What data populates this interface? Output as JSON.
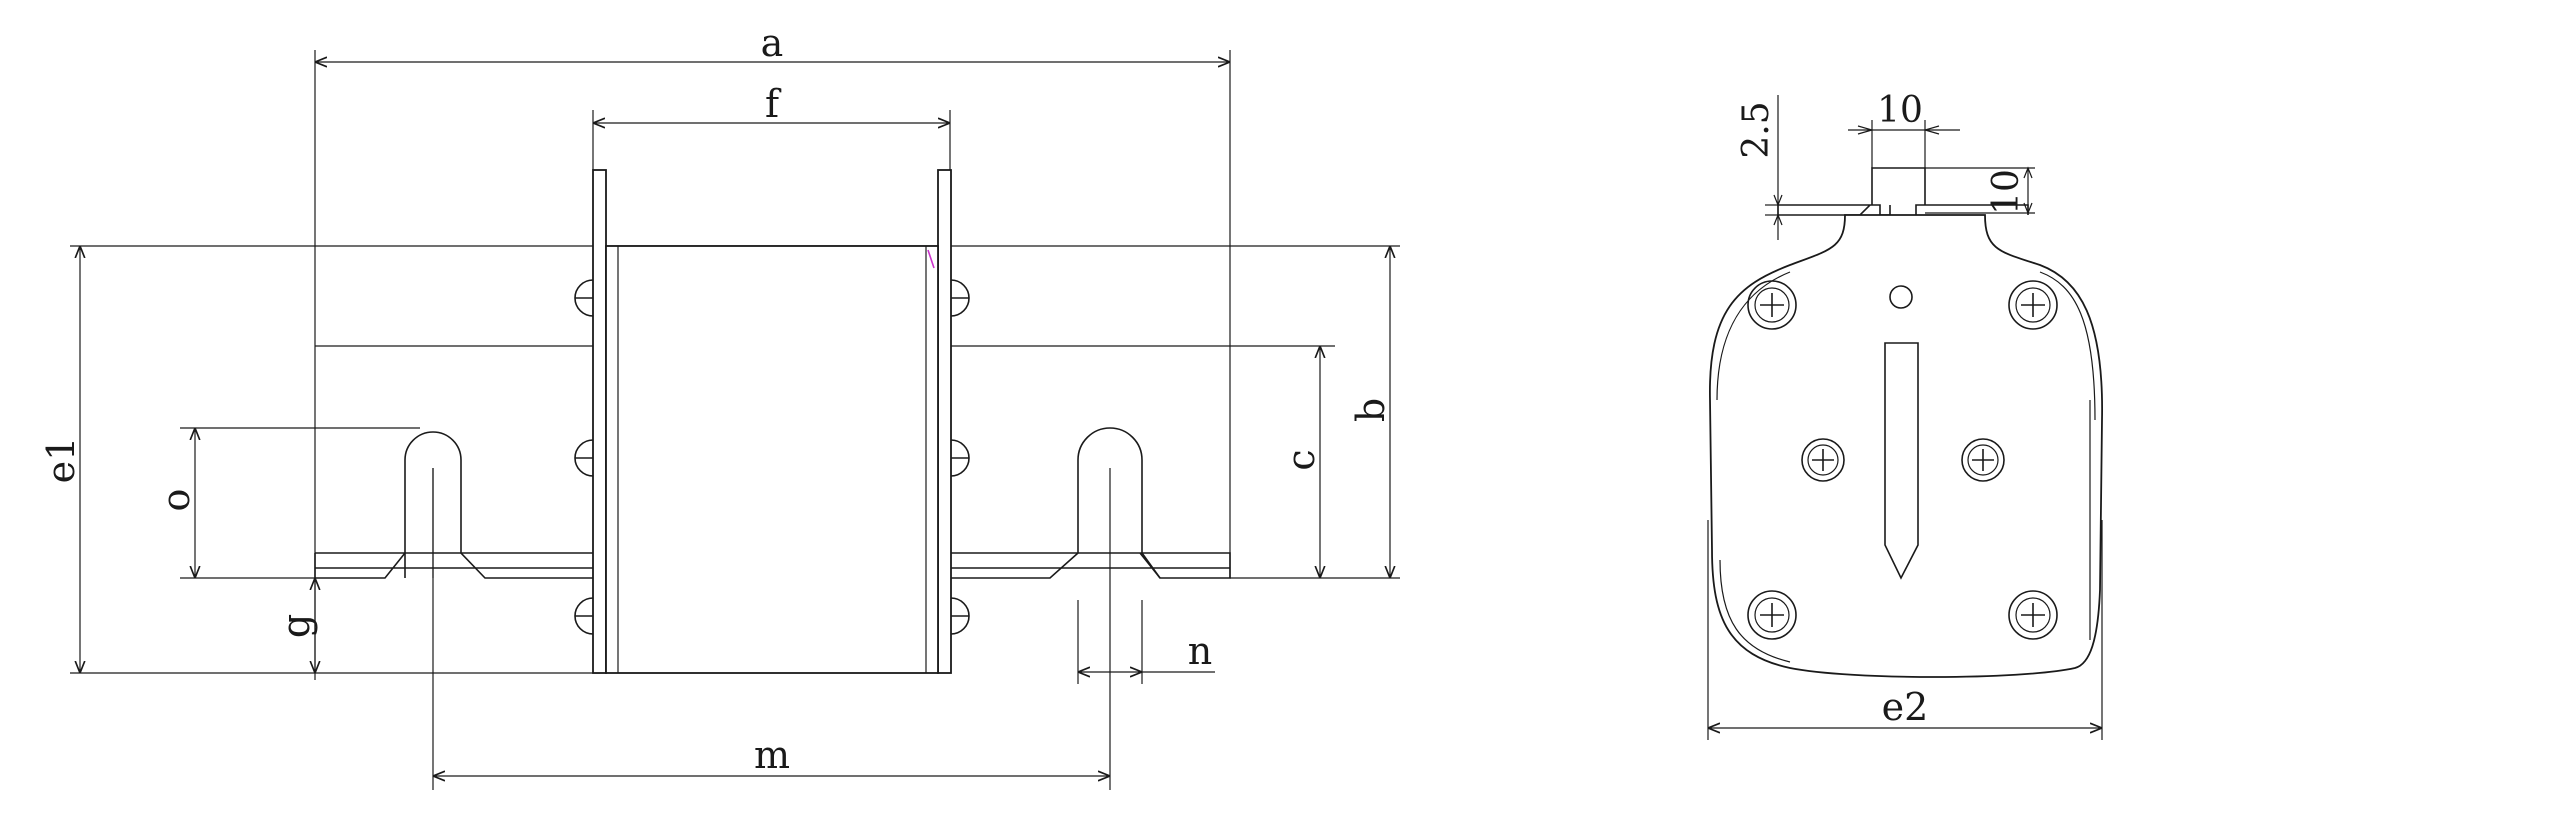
{
  "side_view": {
    "labels": {
      "a": "a",
      "f": "f",
      "b": "b",
      "c": "c",
      "e1": "e1",
      "o": "o",
      "g": "g",
      "n": "n",
      "m": "m"
    }
  },
  "end_view": {
    "labels": {
      "dim_2_5": "2.5",
      "dim_10_top": "10",
      "dim_10_side": "10",
      "e2": "e2"
    }
  },
  "colors": {
    "line": "#1a1a1a",
    "background": "#ffffff",
    "accent_mark": "#cc33cc"
  }
}
